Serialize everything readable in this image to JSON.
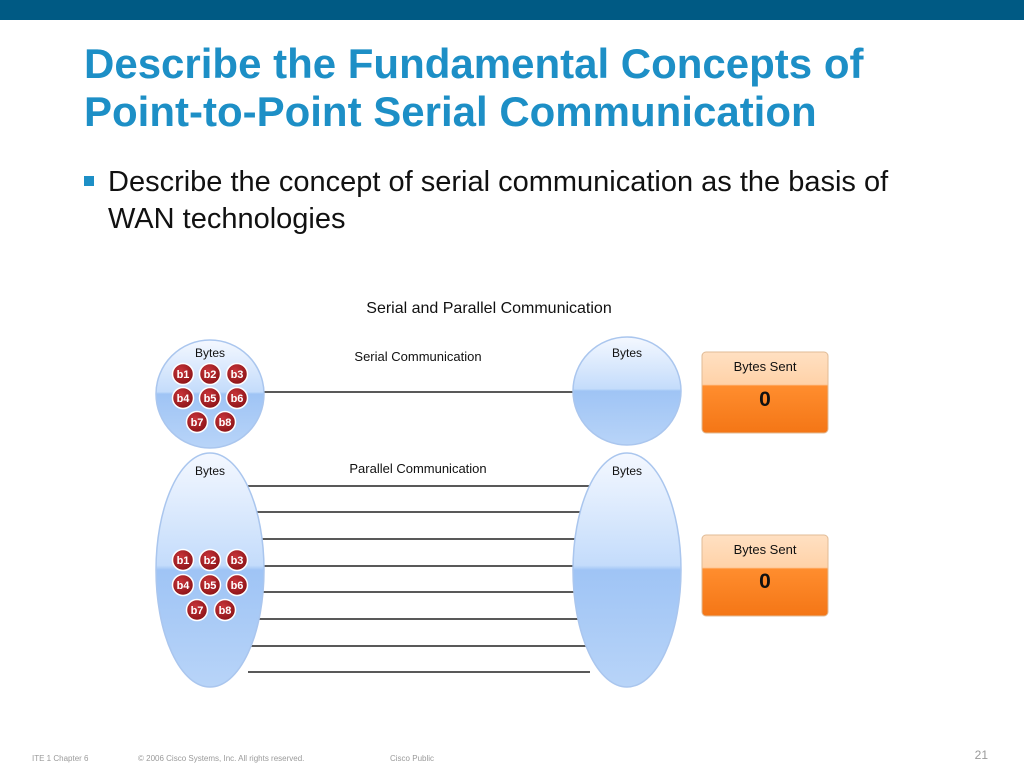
{
  "slide": {
    "title_line1": "Describe the Fundamental Concepts of",
    "title_line2": "Point-to-Point Serial Communication",
    "bullet": "Describe the concept of serial communication as the basis of WAN technologies",
    "accent_color": "#1d8fc6",
    "header_bar_color": "#005a84"
  },
  "diagram": {
    "title": "Serial and Parallel Communication",
    "serial": {
      "label": "Serial Communication",
      "source_label": "Bytes",
      "dest_label": "Bytes",
      "bytes": [
        "b1",
        "b2",
        "b3",
        "b4",
        "b5",
        "b6",
        "b7",
        "b8"
      ],
      "counter_label": "Bytes Sent",
      "counter_value": "0"
    },
    "parallel": {
      "label": "Parallel Communication",
      "source_label": "Bytes",
      "dest_label": "Bytes",
      "bytes": [
        "b1",
        "b2",
        "b3",
        "b4",
        "b5",
        "b6",
        "b7",
        "b8"
      ],
      "counter_label": "Bytes Sent",
      "counter_value": "0",
      "wire_count": 8
    }
  },
  "footer": {
    "chapter": "ITE 1 Chapter 6",
    "copyright": "© 2006 Cisco Systems, Inc. All rights reserved.",
    "classification": "Cisco Public",
    "page_number": "21"
  }
}
